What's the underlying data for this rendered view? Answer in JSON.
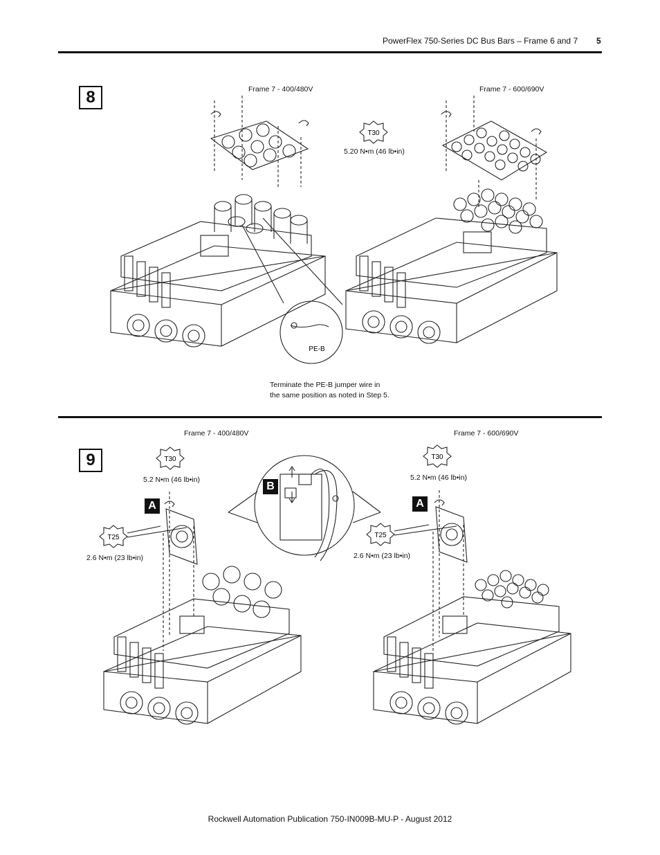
{
  "header": {
    "title": "PowerFlex 750-Series DC Bus Bars – Frame 6 and 7",
    "page_number": "5"
  },
  "step8": {
    "number": "8",
    "left_label": "Frame 7 - 400/480V",
    "right_label": "Frame 7 - 600/690V",
    "torque_bit": "T30",
    "torque_value": "5.20 N•m (46 lb•in)",
    "pe_label": "PE-B",
    "note_line1": "Terminate the PE-B jumper wire in",
    "note_line2": "the same position as noted in Step 5."
  },
  "step9": {
    "number": "9",
    "left_label": "Frame 7 - 400/480V",
    "right_label": "Frame 7 - 600/690V",
    "left_t30": "T30",
    "left_t30_value": "5.2 N•m (46 lb•in)",
    "left_t25": "T25",
    "left_t25_value": "2.6 N•m (23 lb•in)",
    "right_t30": "T30",
    "right_t30_value": "5.2 N•m (46 lb•in)",
    "right_t25": "T25",
    "right_t25_value": "2.6 N•m (23 lb•in)",
    "callout_a": "A",
    "callout_b": "B"
  },
  "footer": {
    "text": "Rockwell Automation Publication 750-IN009B-MU-P - August 2012"
  }
}
